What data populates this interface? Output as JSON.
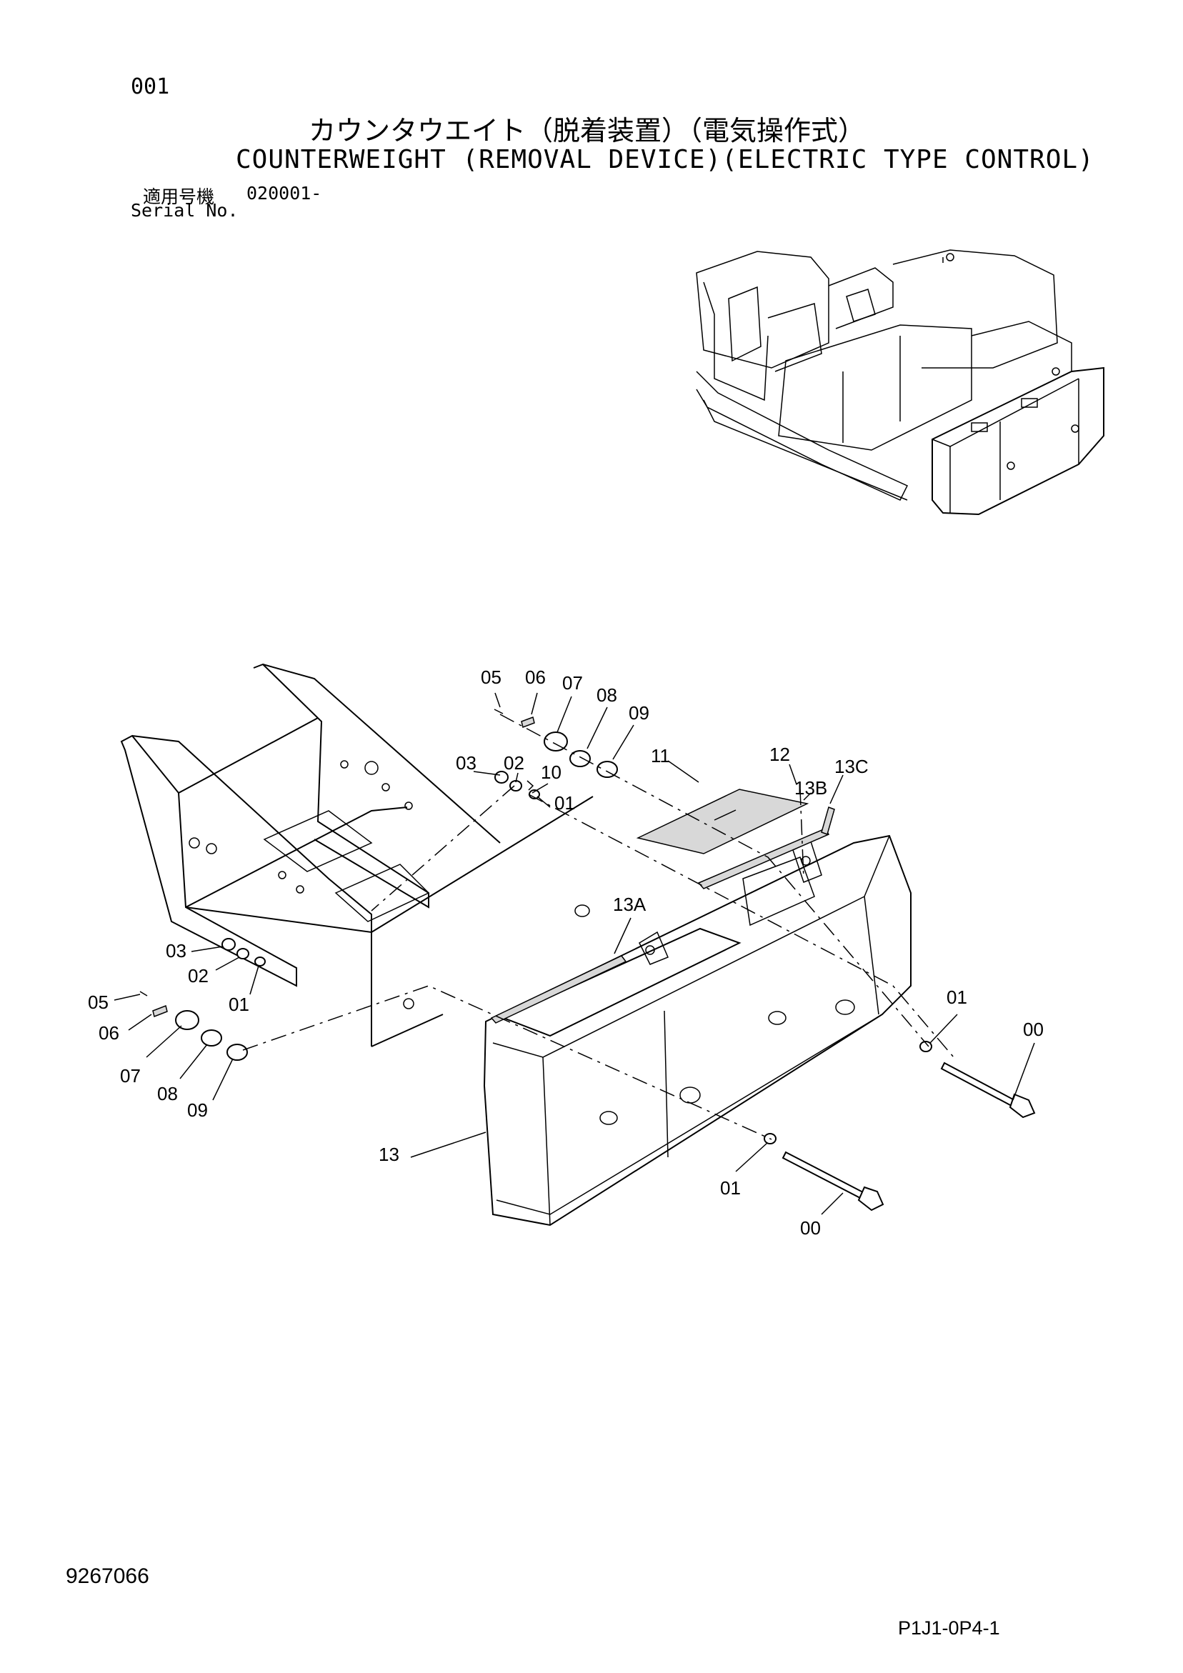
{
  "header": {
    "page_number": "001",
    "title_jp": "カウンタウエイト（脱着装置）（電気操作式）",
    "title_en": "COUNTERWEIGHT (REMOVAL DEVICE)(ELECTRIC TYPE CONTROL)",
    "serial_label_jp": "適用号機",
    "serial_value": "020001-",
    "serial_label_en": "Serial No."
  },
  "callouts": {
    "c05a": "05",
    "c06a": "06",
    "c07a": "07",
    "c08a": "08",
    "c09a": "09",
    "c03a": "03",
    "c02a": "02",
    "c10": "10",
    "c01a": "01",
    "c11": "11",
    "c12": "12",
    "c13c": "13C",
    "c13b": "13B",
    "c13a": "13A",
    "c03b": "03",
    "c02b": "02",
    "c01b": "01",
    "c05b": "05",
    "c06b": "06",
    "c07b": "07",
    "c08b": "08",
    "c09b": "09",
    "c01c": "01",
    "c00a": "00",
    "c13": "13",
    "c01d": "01",
    "c00b": "00"
  },
  "footer": {
    "drawing_number": "9267066",
    "page_code": "P1J1-0P4-1"
  }
}
